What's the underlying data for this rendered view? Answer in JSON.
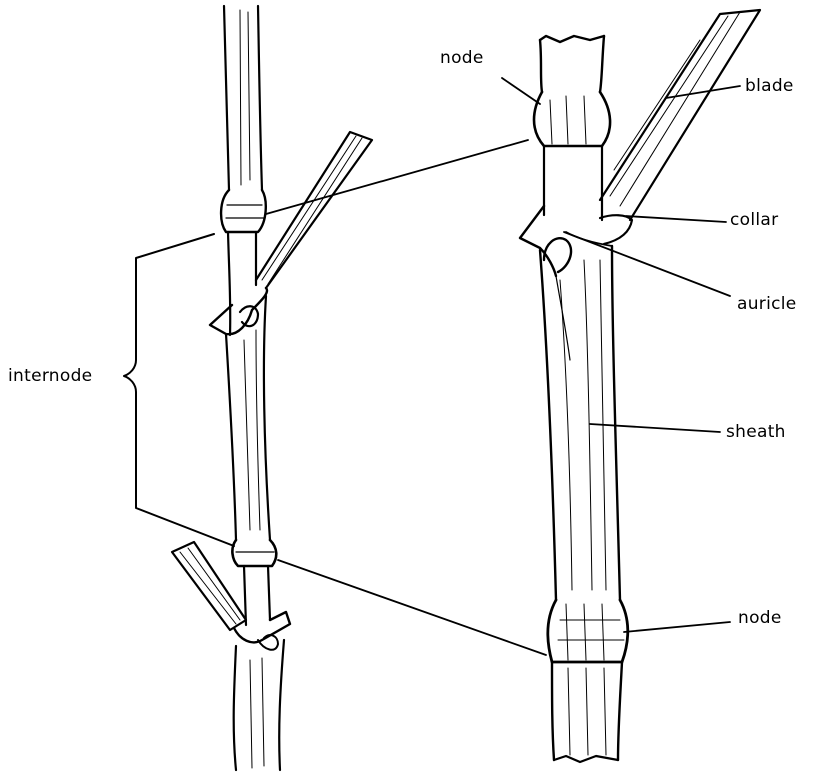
{
  "labels": {
    "node_top": "node",
    "blade": "blade",
    "collar": "collar",
    "auricle": "auricle",
    "internode": "internode",
    "sheath": "sheath",
    "node_bottom": "node"
  },
  "colors": {
    "ink": "#000000",
    "background": "#ffffff"
  }
}
